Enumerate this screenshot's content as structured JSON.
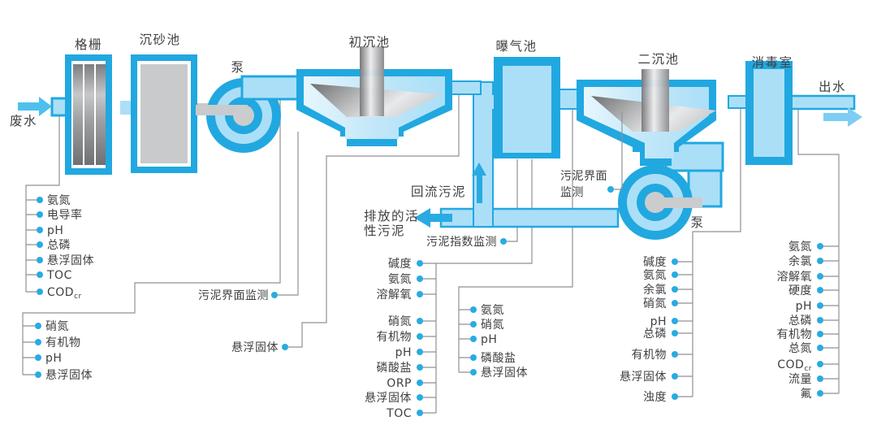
{
  "colors": {
    "primary_blue": "#21a8e0",
    "light_blue": "#abdff7",
    "dot_blue": "#29abe2",
    "line_gray": "#8f9194",
    "metal_gray": "#c9cacc"
  },
  "stages": {
    "screen": "格栅",
    "grit": "沉砂池",
    "pump1": "泵",
    "primary": "初沉池",
    "aeration": "曝气池",
    "secondary": "二沉池",
    "disinfection": "消毒室",
    "pump2": "泵"
  },
  "flows": {
    "influent": "废水",
    "effluent": "出水",
    "return_sludge": "回流污泥",
    "discharge_line1": "排放的活",
    "discharge_line2": "性污泥"
  },
  "monitors": {
    "primary_sludge_interface": "污泥界面监测",
    "sludge_index": "污泥指数监测",
    "secondary_sludge_interface_line1": "污泥界面",
    "secondary_sludge_interface_line2": "监测"
  },
  "lists": {
    "influent": {
      "items": [
        "氨氮",
        "电导率",
        "pH",
        "总磷",
        "悬浮固体",
        "TOC"
      ],
      "cod": {
        "base": "COD",
        "sub": "cr"
      }
    },
    "primary_in": {
      "items": [
        "硝氮",
        "有机物",
        "pH",
        "悬浮固体"
      ]
    },
    "primary_out": {
      "single": "悬浮固体"
    },
    "aeration": {
      "items": [
        "碱度",
        "氨氮",
        "溶解氧",
        "硝氮",
        "有机物",
        "pH",
        "磷酸盐",
        "ORP",
        "悬浮固体",
        "TOC"
      ]
    },
    "mixed_liquor": {
      "items": [
        "氨氮",
        "硝氮",
        "pH",
        "磷酸盐",
        "悬浮固体"
      ]
    },
    "secondary_out": {
      "items": [
        "碱度",
        "氨氮",
        "余氯",
        "硝氮",
        "pH",
        "总磷",
        "有机物",
        "悬浮固体",
        "浊度"
      ]
    },
    "final_out": {
      "items": [
        "氨氮",
        "余氯",
        "溶解氧",
        "硬度",
        "pH",
        "总磷",
        "有机物",
        "总氮"
      ],
      "cod": {
        "base": "COD",
        "sub": "cr"
      },
      "items2": [
        "流量",
        "氟"
      ]
    }
  }
}
